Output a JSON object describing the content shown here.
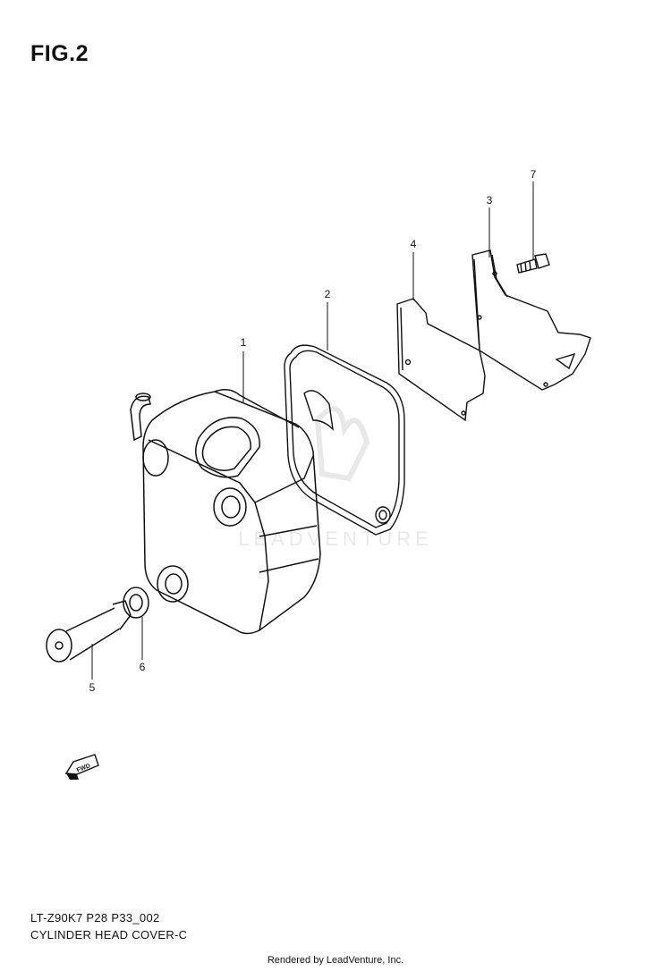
{
  "figure": {
    "title": "FIG.2",
    "model_code": "LT-Z90K7  P28  P33_002",
    "assembly_name": "CYLINDER HEAD COVER-C",
    "render_credit": "Rendered by LeadVenture, Inc.",
    "watermark": "LEADVENTURE",
    "direction_label": "FWD"
  },
  "callouts": [
    {
      "number": "1",
      "part": "cylinder-head-cover"
    },
    {
      "number": "2",
      "part": "cover-gasket"
    },
    {
      "number": "3",
      "part": "bracket-plate"
    },
    {
      "number": "4",
      "part": "gasket-plate"
    },
    {
      "number": "5",
      "part": "cover-bolt"
    },
    {
      "number": "6",
      "part": "bolt-washer"
    },
    {
      "number": "7",
      "part": "small-bolt"
    }
  ],
  "colors": {
    "line": "#111111",
    "watermark": "#d9d9d9",
    "background": "#ffffff"
  }
}
